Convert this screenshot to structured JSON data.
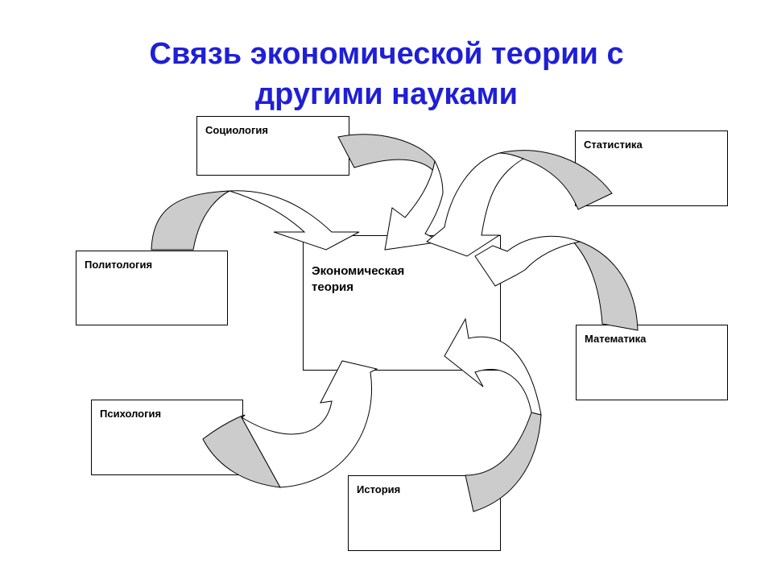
{
  "title": {
    "line1": "Связь экономической теории с",
    "line2": "другими науками"
  },
  "nodes": {
    "center": {
      "line1": "Экономическая",
      "line2": "теория"
    },
    "sociology": "Социология",
    "statistics": "Статистика",
    "politology": "Политология",
    "mathematics": "Математика",
    "psychology": "Психология",
    "history": "История"
  },
  "colors": {
    "title": "#1f1fd6",
    "arrow_fill": "#cccccc",
    "arrow_stroke": "#000000"
  }
}
